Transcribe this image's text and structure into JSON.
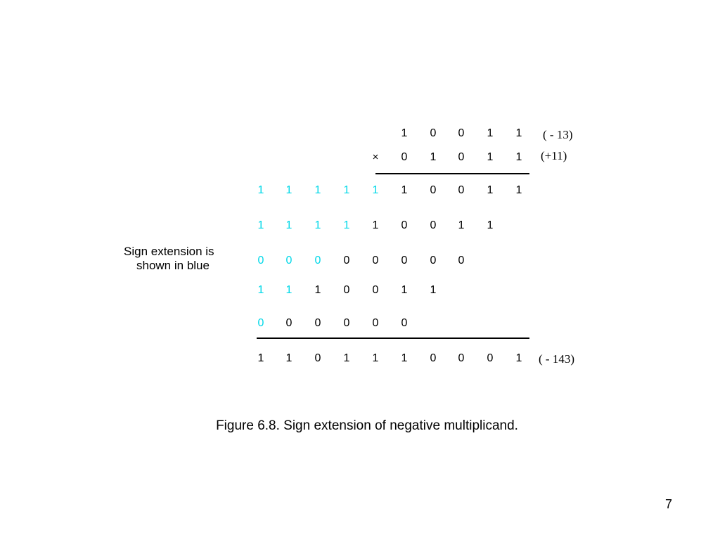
{
  "multiplication": {
    "multiplicand": {
      "bits": [
        "1",
        "0",
        "0",
        "1",
        "1"
      ],
      "value_label": "( - 13)"
    },
    "multiplier": {
      "operator": "×",
      "bits": [
        "0",
        "1",
        "0",
        "1",
        "1"
      ],
      "value_label": "(+11)"
    },
    "partial_products": [
      {
        "bits": [
          {
            "v": "1",
            "ext": true
          },
          {
            "v": "1",
            "ext": true
          },
          {
            "v": "1",
            "ext": true
          },
          {
            "v": "1",
            "ext": true
          },
          {
            "v": "1",
            "ext": true
          },
          {
            "v": "1",
            "ext": false
          },
          {
            "v": "0",
            "ext": false
          },
          {
            "v": "0",
            "ext": false
          },
          {
            "v": "1",
            "ext": false
          },
          {
            "v": "1",
            "ext": false
          }
        ]
      },
      {
        "bits": [
          {
            "v": "1",
            "ext": true
          },
          {
            "v": "1",
            "ext": true
          },
          {
            "v": "1",
            "ext": true
          },
          {
            "v": "1",
            "ext": true
          },
          {
            "v": "1",
            "ext": false
          },
          {
            "v": "0",
            "ext": false
          },
          {
            "v": "0",
            "ext": false
          },
          {
            "v": "1",
            "ext": false
          },
          {
            "v": "1",
            "ext": false
          }
        ]
      },
      {
        "bits": [
          {
            "v": "0",
            "ext": true
          },
          {
            "v": "0",
            "ext": true
          },
          {
            "v": "0",
            "ext": true
          },
          {
            "v": "0",
            "ext": false
          },
          {
            "v": "0",
            "ext": false
          },
          {
            "v": "0",
            "ext": false
          },
          {
            "v": "0",
            "ext": false
          },
          {
            "v": "0",
            "ext": false
          }
        ]
      },
      {
        "bits": [
          {
            "v": "1",
            "ext": true
          },
          {
            "v": "1",
            "ext": true
          },
          {
            "v": "1",
            "ext": false
          },
          {
            "v": "0",
            "ext": false
          },
          {
            "v": "0",
            "ext": false
          },
          {
            "v": "1",
            "ext": false
          },
          {
            "v": "1",
            "ext": false
          }
        ]
      },
      {
        "bits": [
          {
            "v": "0",
            "ext": true
          },
          {
            "v": "0",
            "ext": false
          },
          {
            "v": "0",
            "ext": false
          },
          {
            "v": "0",
            "ext": false
          },
          {
            "v": "0",
            "ext": false
          },
          {
            "v": "0",
            "ext": false
          }
        ]
      }
    ],
    "product": {
      "bits": [
        "1",
        "1",
        "0",
        "1",
        "1",
        "1",
        "0",
        "0",
        "0",
        "1"
      ],
      "value_label": "( - 143)"
    }
  },
  "note": {
    "line1": "Sign extension is",
    "line2": "shown in blue"
  },
  "colors": {
    "sign_extension": "#00d8e8",
    "text": "#000000"
  },
  "caption": "Figure 6.8. Sign extension of negative multiplicand.",
  "page_number": "7"
}
